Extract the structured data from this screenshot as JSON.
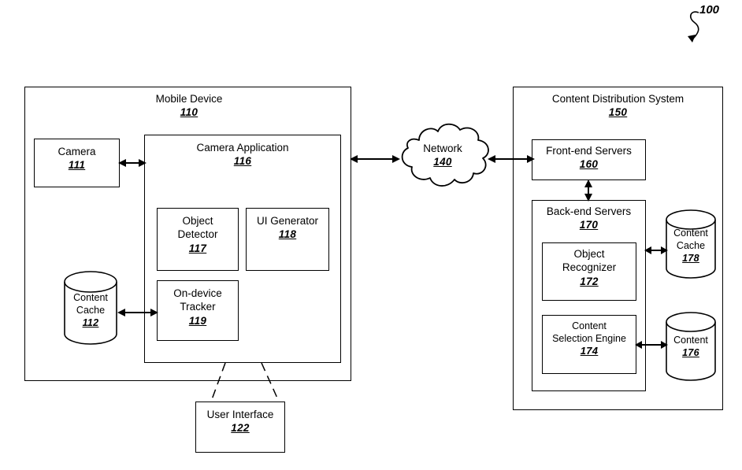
{
  "figure": {
    "reference_numeral": "100"
  },
  "nodes": {
    "mobile_device": {
      "label": "Mobile Device",
      "num": "110"
    },
    "camera": {
      "label": "Camera",
      "num": "111"
    },
    "camera_application": {
      "label": "Camera Application",
      "num": "116"
    },
    "object_detector": {
      "label": "Object\nDetector",
      "num": "117"
    },
    "ui_generator": {
      "label": "UI Generator",
      "num": "118"
    },
    "on_device_tracker": {
      "label": "On-device\nTracker",
      "num": "119"
    },
    "content_cache_device": {
      "label": "Content\nCache",
      "num": "112"
    },
    "user_interface": {
      "label": "User Interface",
      "num": "122"
    },
    "network": {
      "label": "Network",
      "num": "140"
    },
    "content_distribution_system": {
      "label": "Content Distribution System",
      "num": "150"
    },
    "front_end_servers": {
      "label": "Front-end Servers",
      "num": "160"
    },
    "back_end_servers": {
      "label": "Back-end Servers",
      "num": "170"
    },
    "object_recognizer": {
      "label": "Object\nRecognizer",
      "num": "172"
    },
    "content_selection_engine": {
      "label": "Content\nSelection Engine",
      "num": "174"
    },
    "content_store": {
      "label": "Content",
      "num": "176"
    },
    "content_cache_server": {
      "label": "Content\nCache",
      "num": "178"
    }
  },
  "colors": {
    "stroke": "#000000",
    "background": "#ffffff"
  }
}
